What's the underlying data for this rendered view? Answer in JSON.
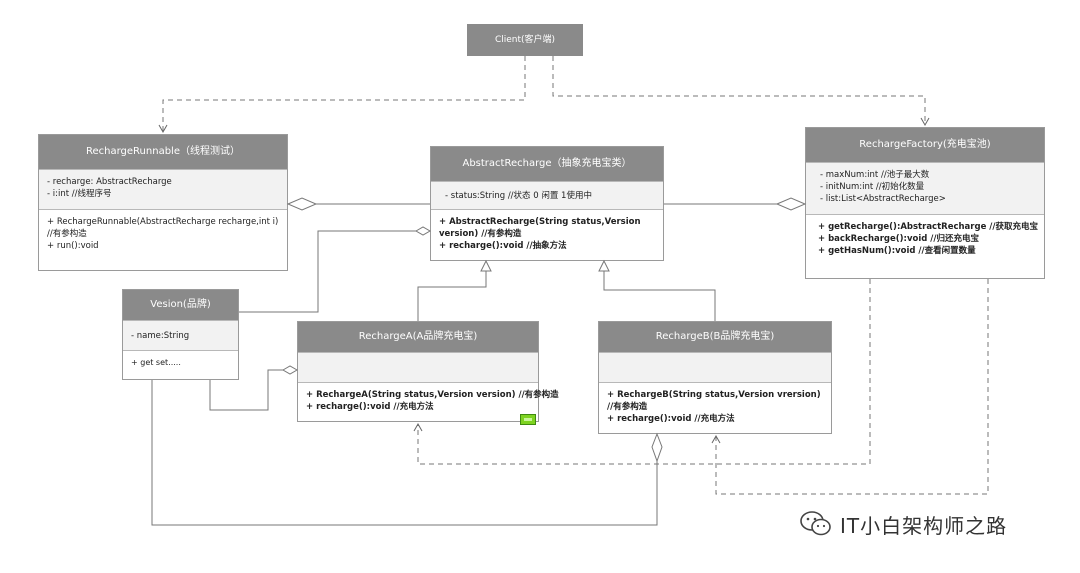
{
  "client": {
    "title": "Client(客户端)"
  },
  "runnable": {
    "title": "RechargeRunnable（线程测试）",
    "attributes": [
      "- recharge: AbstractRecharge",
      "- i:int //线程序号"
    ],
    "methods": [
      "+ RechargeRunnable(AbstractRecharge recharge,int i) //有参构造",
      "+ run():void"
    ]
  },
  "abstract": {
    "title": "AbstractRecharge（抽象充电宝类）",
    "attributes": [
      "- status:String //状态 0 闲置 1使用中"
    ],
    "methods": [
      "+ AbstractRecharge(String status,Version version) //有参构造",
      "+ recharge():void //抽象方法"
    ]
  },
  "factory": {
    "title": "RechargeFactory(充电宝池)",
    "attributes": [
      "- maxNum:int //池子最大数",
      "- initNum:int //初始化数量",
      "- list:List<AbstractRecharge>"
    ],
    "methods": [
      "+ getRecharge():AbstractRecharge //获取充电宝",
      "+ backRecharge():void //归还充电宝",
      "+ getHasNum():void //查看闲置数量"
    ]
  },
  "version": {
    "title": "Vesion(品牌)",
    "attributes": [
      "- name:String"
    ],
    "methods": [
      "+ get set....."
    ]
  },
  "recharge_a": {
    "title": "RechargeA(A品牌充电宝)",
    "attributes": [],
    "methods": [
      "+ RechargeA(String status,Version version) //有参构造",
      "+ recharge():void //充电方法"
    ]
  },
  "recharge_b": {
    "title": "RechargeB(B品牌充电宝)",
    "attributes": [],
    "methods": [
      "+ RechargeB(String status,Version vrersion) //有参构造",
      "+ recharge():void //充电方法"
    ]
  },
  "watermark": {
    "text": "IT小白架构师之路"
  },
  "colors": {
    "header": "#8a8a8a",
    "line": "#666666",
    "accent": "#7ed321"
  }
}
